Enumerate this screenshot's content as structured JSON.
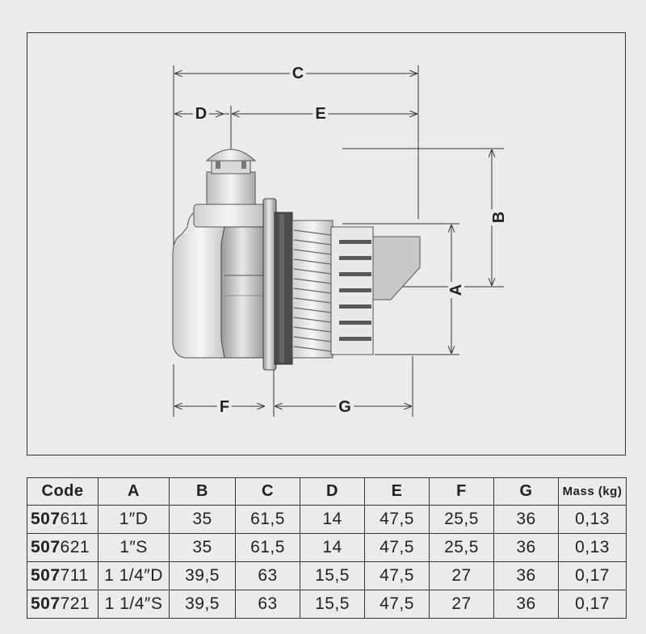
{
  "dimension_labels": {
    "C": "C",
    "D": "D",
    "E": "E",
    "B": "B",
    "A": "A",
    "F": "F",
    "G": "G"
  },
  "table": {
    "headers": [
      "Code",
      "A",
      "B",
      "C",
      "D",
      "E",
      "F",
      "G",
      "Mass (kg)"
    ],
    "rows": [
      {
        "code_prefix": "507",
        "code_suffix": "611",
        "A": "1″D",
        "B": "35",
        "C": "61,5",
        "D": "14",
        "E": "47,5",
        "F": "25,5",
        "G": "36",
        "mass": "0,13"
      },
      {
        "code_prefix": "507",
        "code_suffix": "621",
        "A": "1″S",
        "B": "35",
        "C": "61,5",
        "D": "14",
        "E": "47,5",
        "F": "25,5",
        "G": "36",
        "mass": "0,13"
      },
      {
        "code_prefix": "507",
        "code_suffix": "711",
        "A": "1 1/4″D",
        "B": "39,5",
        "C": "63",
        "D": "15,5",
        "E": "47,5",
        "F": "27",
        "G": "36",
        "mass": "0,17"
      },
      {
        "code_prefix": "507",
        "code_suffix": "721",
        "A": "1 1/4″S",
        "B": "39,5",
        "C": "63",
        "D": "15,5",
        "E": "47,5",
        "F": "27",
        "G": "36",
        "mass": "0,17"
      }
    ]
  }
}
